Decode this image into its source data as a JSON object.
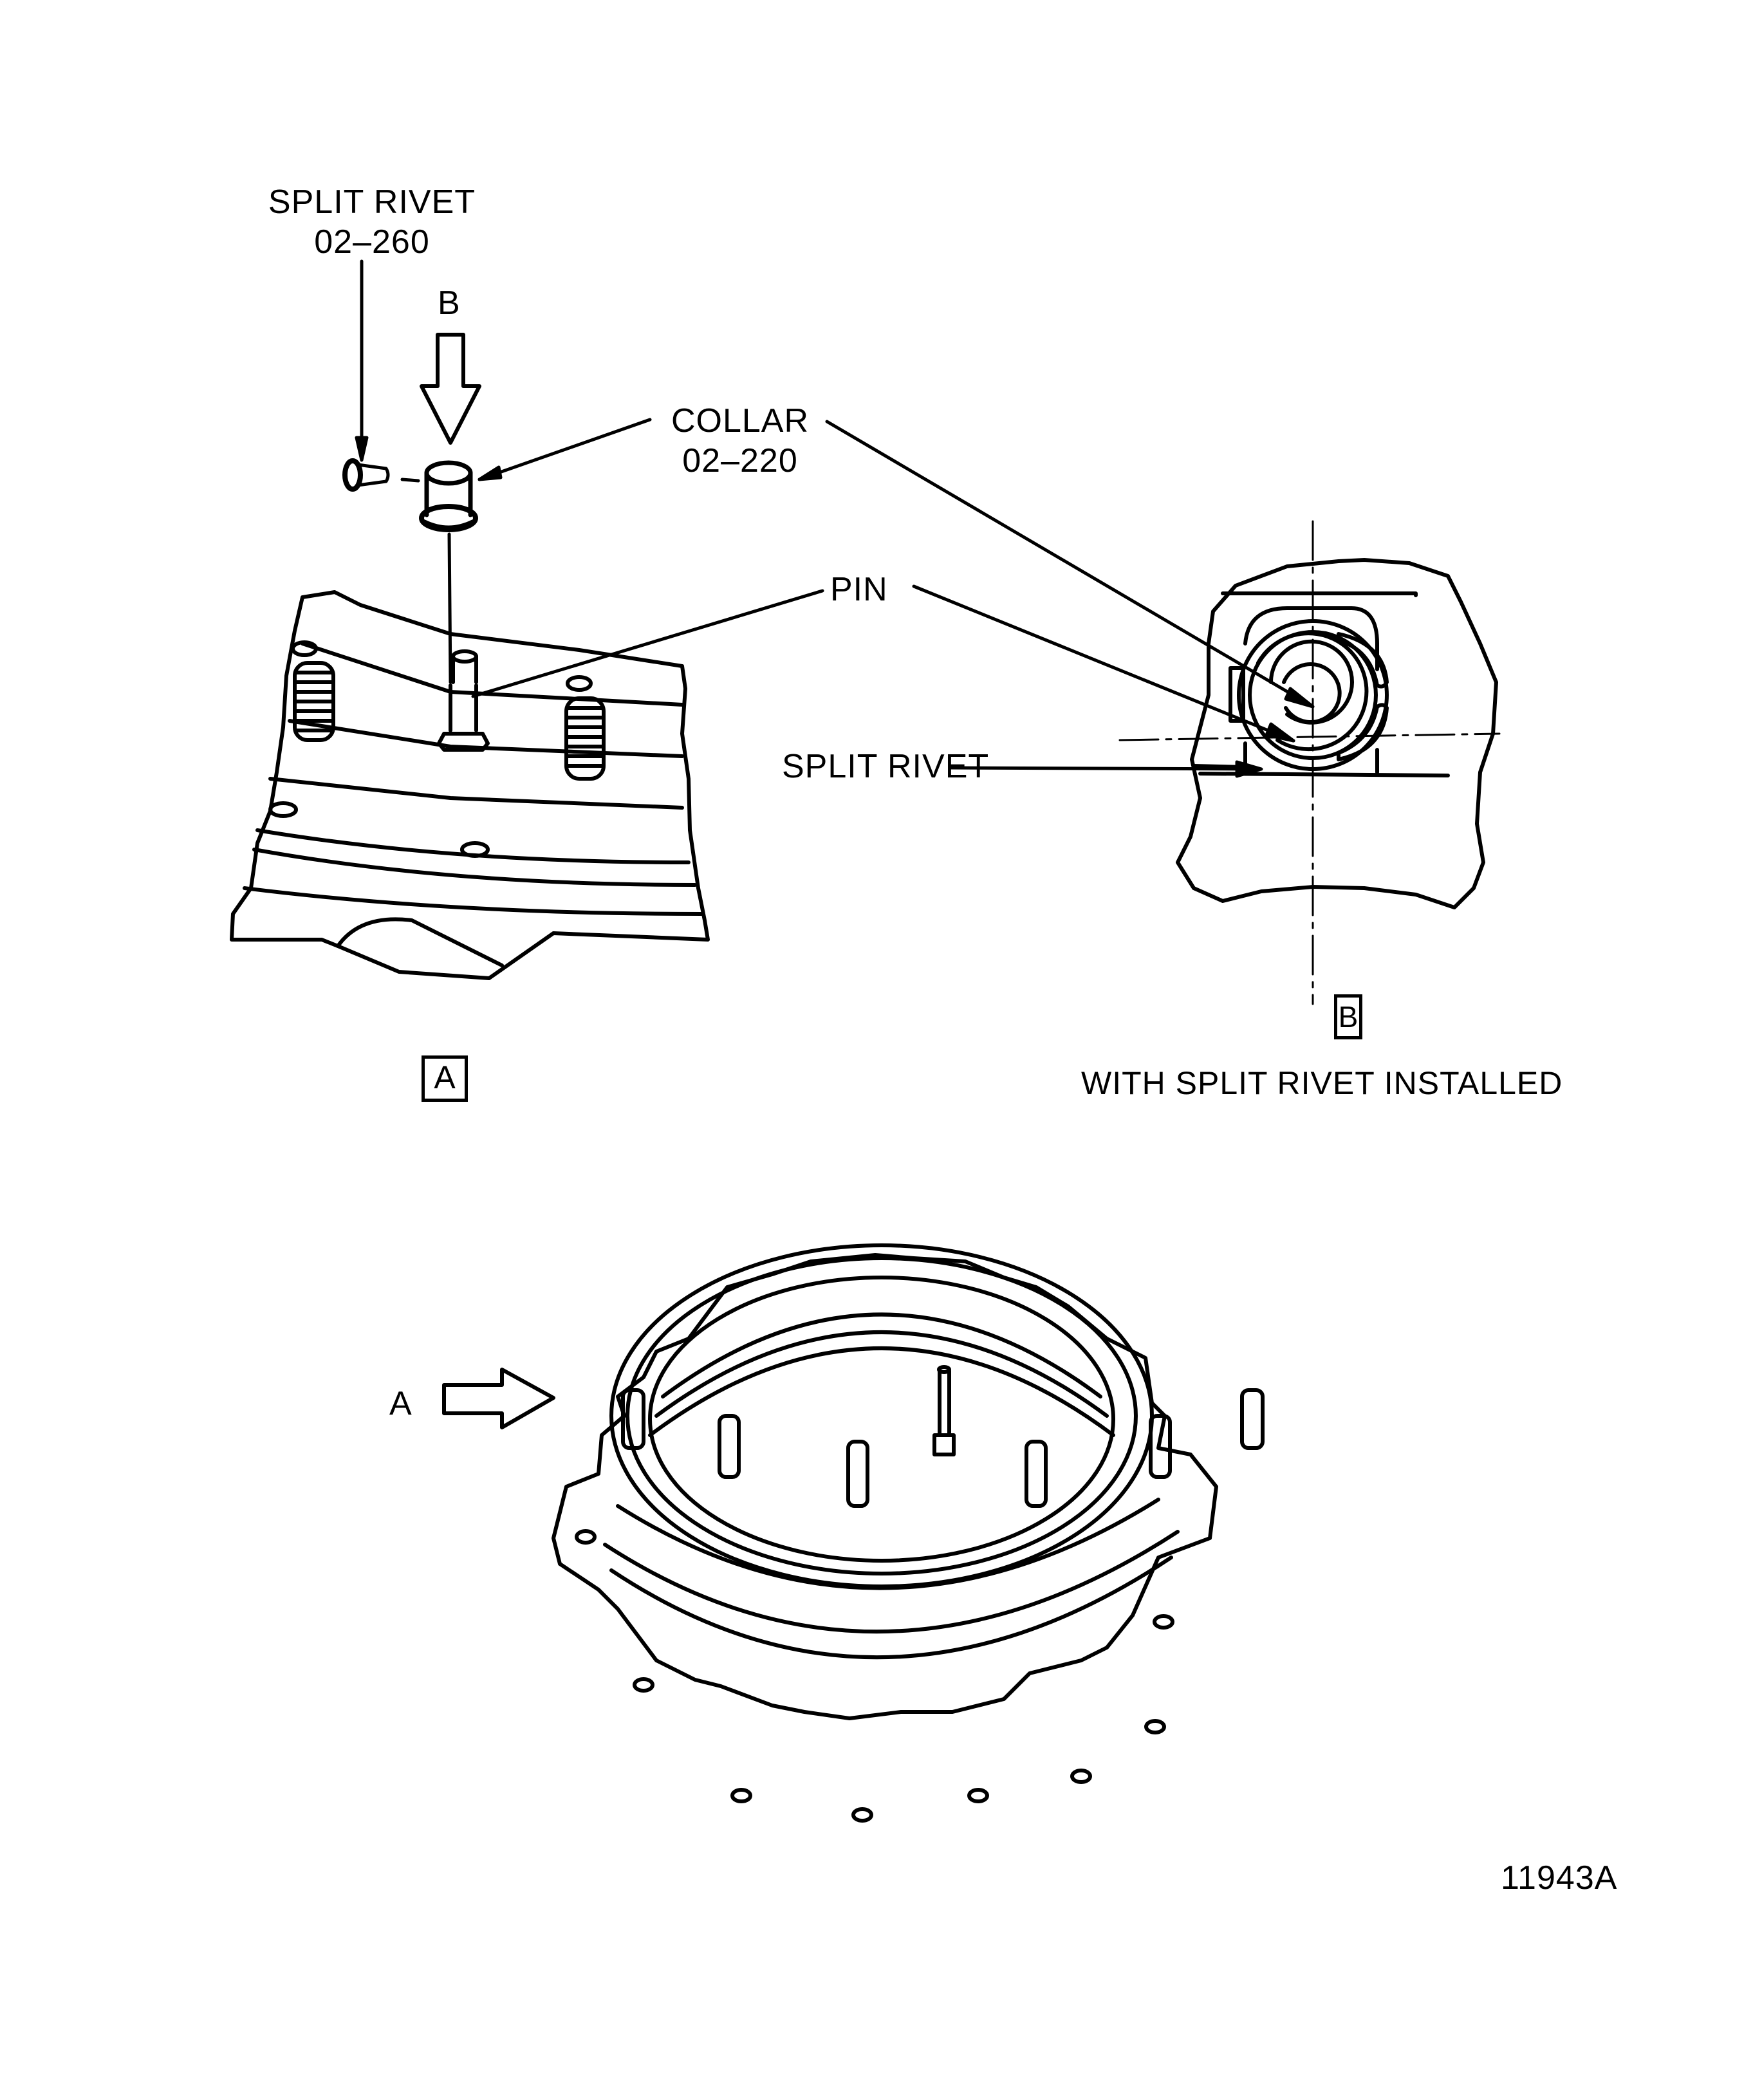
{
  "figure_id": "11943A",
  "callouts": {
    "split_rivet_top": {
      "name": "SPLIT RIVET",
      "part_no": "02–260"
    },
    "collar": {
      "name": "COLLAR",
      "part_no": "02–220"
    },
    "pin": {
      "name": "PIN"
    },
    "split_rivet_detail": {
      "name": "SPLIT RIVET"
    }
  },
  "view_arrows": {
    "b": {
      "letter": "B"
    },
    "a": {
      "letter": "A"
    }
  },
  "view_labels": {
    "a": {
      "letter": "A"
    },
    "b": {
      "letter": "B",
      "caption": "WITH SPLIT RIVET INSTALLED"
    }
  },
  "colors": {
    "ink": "#000000",
    "paper": "#ffffff"
  }
}
